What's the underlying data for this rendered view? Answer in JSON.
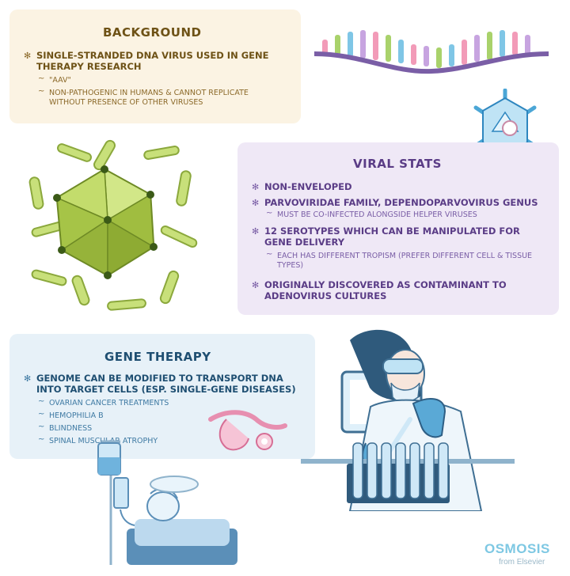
{
  "background": {
    "title": "BACKGROUND",
    "bullet1": "SINGLE-STRANDED DNA VIRUS USED in GENE THERAPY RESEARCH",
    "sub1": "\"AAV\"",
    "sub2": "NON-PATHOGENIC in HUMANS & CANNOT REPLICATE WITHOUT PRESENCE of OTHER VIRUSES"
  },
  "viral_stats": {
    "title": "VIRAL STATS",
    "bullet1": "NON-ENVELOPED",
    "bullet2": "PARVOVIRIDAE FAMILY, DEPENDOPARVOVIRUS GENUS",
    "bullet2_sub": "MUST BE CO-INFECTED ALONGSIDE HELPER VIRUSES",
    "bullet3": "12 SEROTYPES WHICH can be MANIPULATED for GENE DELIVERY",
    "bullet3_sub": "EACH HAS DIFFERENT TROPISM (PREFER DIFFERENT CELL & TISSUE TYPES)",
    "bullet4": "ORIGINALLY DISCOVERED as CONTAMINANT to ADENOVIRUS CULTURES"
  },
  "gene_therapy": {
    "title": "GENE THERAPY",
    "bullet1": "GENOME can be MODIFIED to TRANSPORT DNA into TARGET CELLS (esp. SINGLE-GENE DISEASES)",
    "items": [
      "OVARIAN CANCER TREATMENTS",
      "HEMOPHILIA B",
      "BLINDNESS",
      "SPINAL MUSCULAR ATROPHY"
    ]
  },
  "logo": {
    "brand": "OSMOSIS",
    "sub": "from Elsevier"
  },
  "icons": {
    "bullet": "asterisk-bullet-icon",
    "dash": "tilde-dash-icon",
    "dna": "dna-strand-icon",
    "virus_small": "virus-capsid-icon",
    "virus_large": "aav-virus-illustration",
    "scientist": "scientist-illustration",
    "patient": "patient-iv-illustration",
    "uterus": "ovary-uterus-icon"
  },
  "colors": {
    "background_card": "#fbf3e3",
    "stats_card": "#efe8f6",
    "gene_card": "#e7f1f8",
    "virus_green": "#b8d45a",
    "lab_blue": "#5b8fb8"
  }
}
